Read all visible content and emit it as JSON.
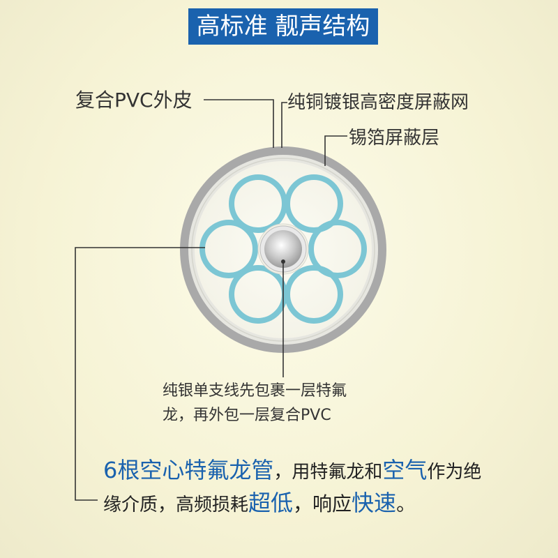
{
  "title": "高标准 靓声结构",
  "labels": {
    "outer_jacket": "复合PVC外皮",
    "copper_shield": "纯铜镀银高密度屏蔽网",
    "foil_shield": "锡箔屏蔽层",
    "center_core_line1": "纯银单支线先包裹一层特氟",
    "center_core_line2": "龙，再外包一层复合PVC"
  },
  "description": {
    "part1_highlight": "6根空心特氟龙管",
    "part2": "，用特氟龙和",
    "part3_highlight": "空气",
    "part4": "作为绝缘介质，高频损耗",
    "part5_highlight": "超低",
    "part6": "，响应",
    "part7_highlight": "快速",
    "part8": "。"
  },
  "colors": {
    "banner": "#1a62ae",
    "tube_ring": "#7cc6d4",
    "jacket": "#a9a9a9",
    "highlight_text": "#1a62ae"
  }
}
